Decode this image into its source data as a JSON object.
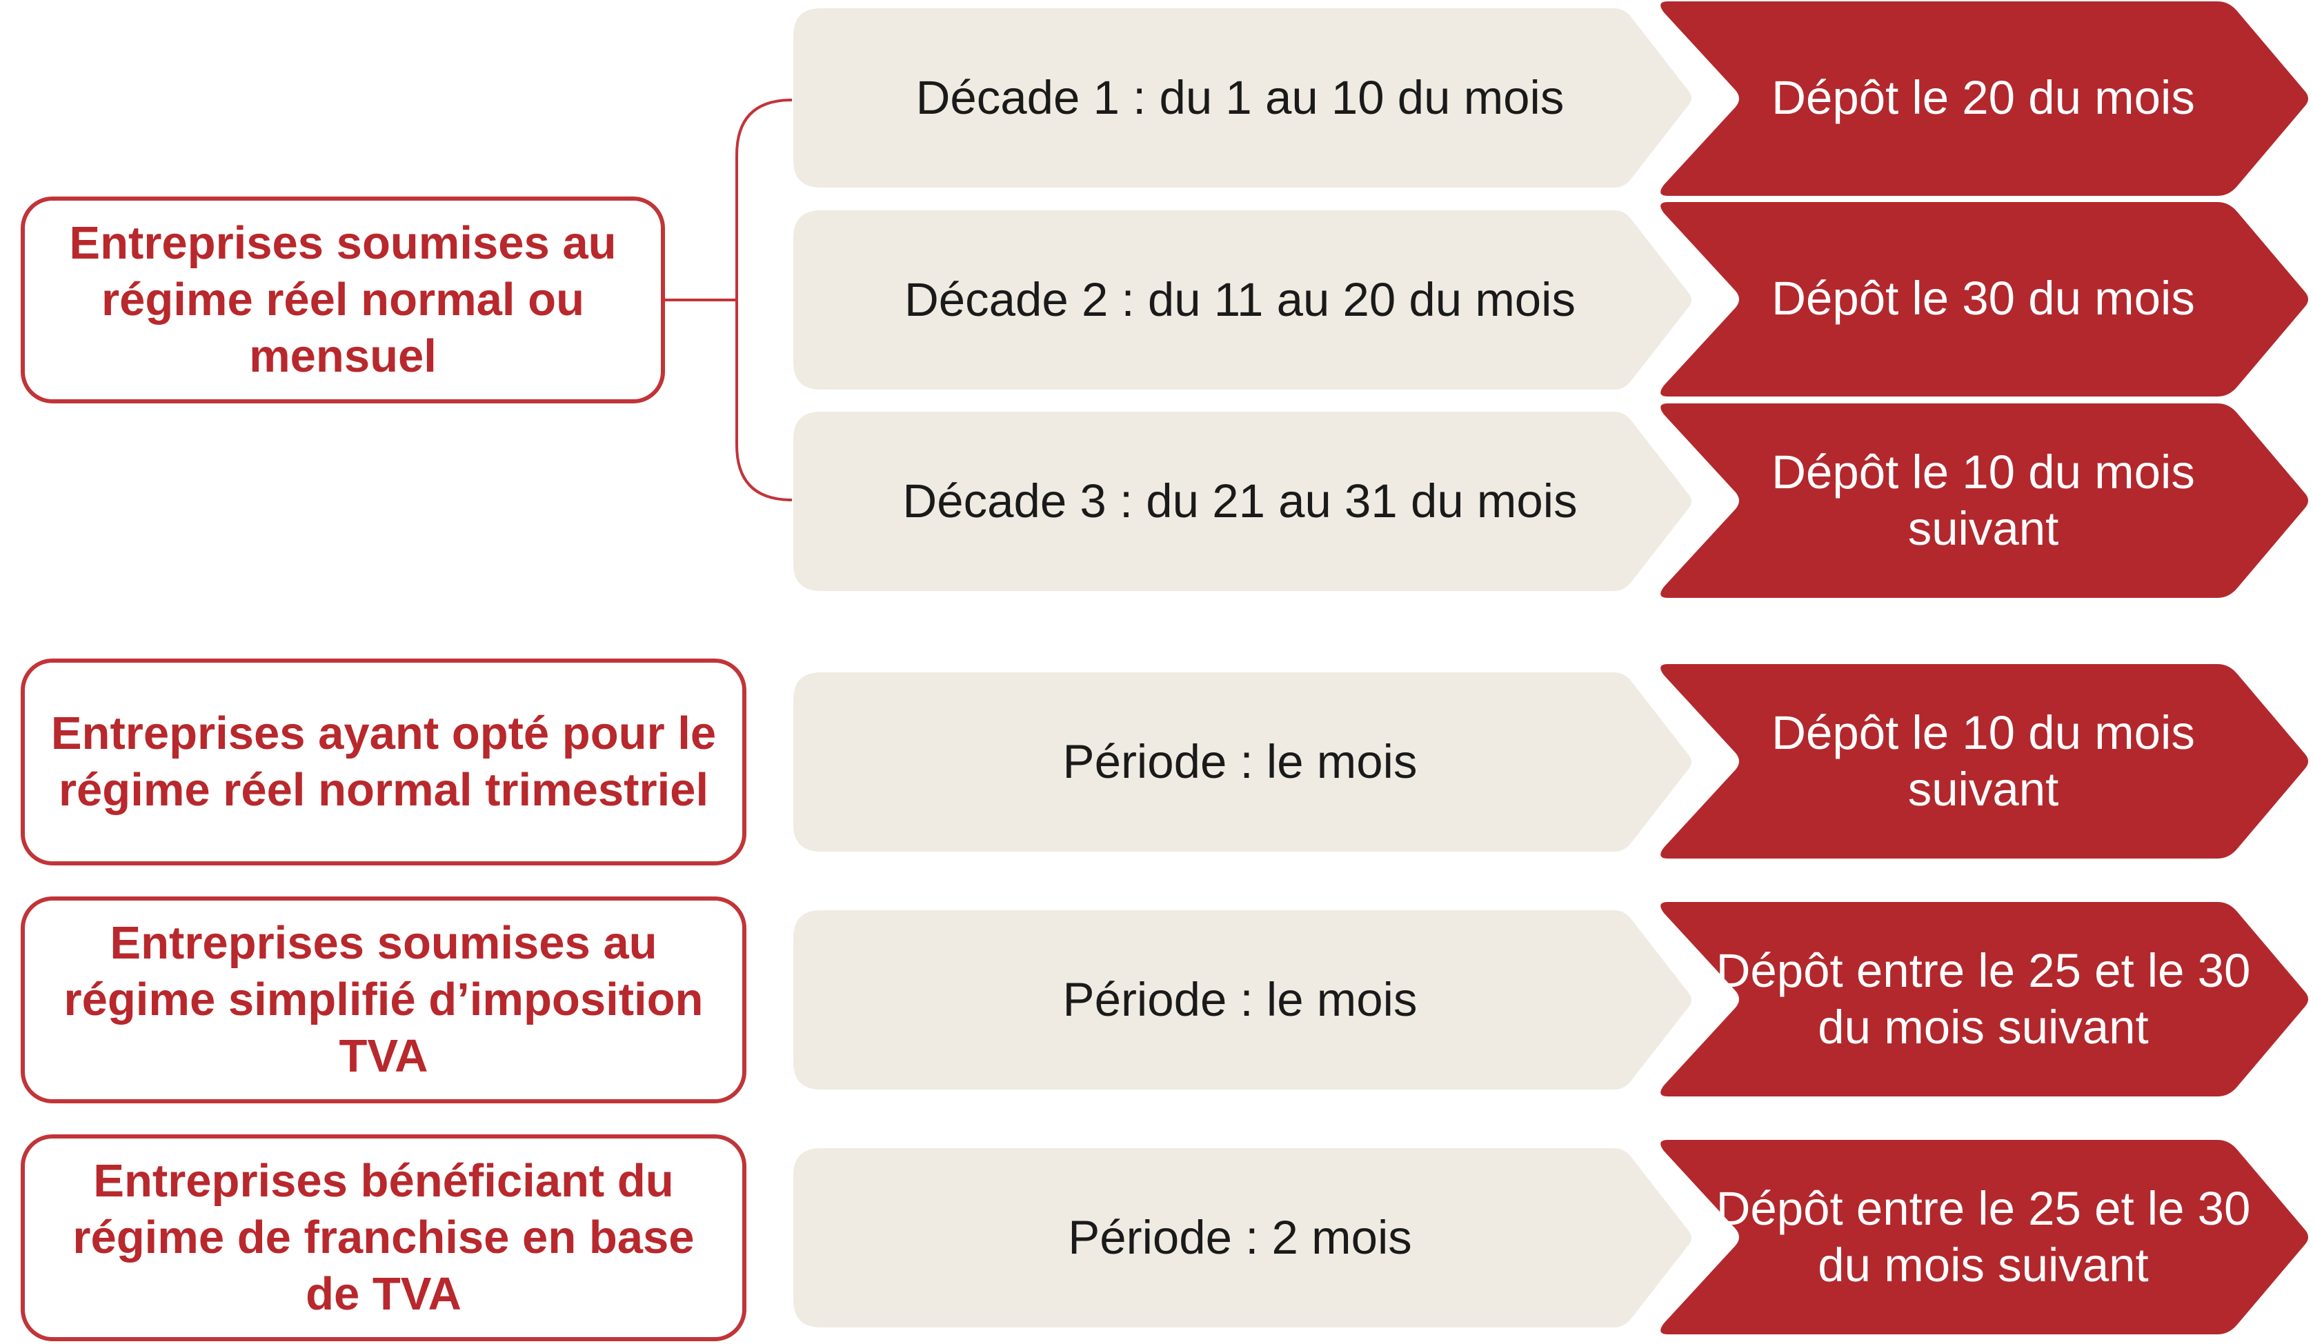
{
  "colors": {
    "accent_red": "#b8282c",
    "chevron_red": "#b3282d",
    "period_fill": "#efebe2",
    "text_dark": "#1a1a1a",
    "connector": "#c13438"
  },
  "groups": [
    {
      "label": "Entreprises soumises au régime réel normal ou mensuel",
      "rows": [
        {
          "period": "Décade 1 : du 1 au 10 du mois",
          "deposit": "Dépôt le 20 du mois"
        },
        {
          "period": "Décade 2 : du 11 au 20 du mois",
          "deposit": "Dépôt le 30 du mois"
        },
        {
          "period": "Décade 3 : du 21 au 31 du mois",
          "deposit": "Dépôt le 10 du mois suivant"
        }
      ]
    },
    {
      "label": "Entreprises ayant opté pour le régime réel normal trimestriel",
      "rows": [
        {
          "period": "Période : le mois",
          "deposit": "Dépôt le 10 du mois suivant"
        }
      ]
    },
    {
      "label": "Entreprises soumises au régime simplifié d’imposition TVA",
      "rows": [
        {
          "period": "Période : le mois",
          "deposit": "Dépôt entre le 25 et le 30 du mois suivant"
        }
      ]
    },
    {
      "label": "Entreprises bénéficiant du régime de franchise en base de TVA",
      "rows": [
        {
          "period": "Période : 2 mois",
          "deposit": "Dépôt entre le 25 et le 30 du mois suivant"
        }
      ]
    }
  ]
}
